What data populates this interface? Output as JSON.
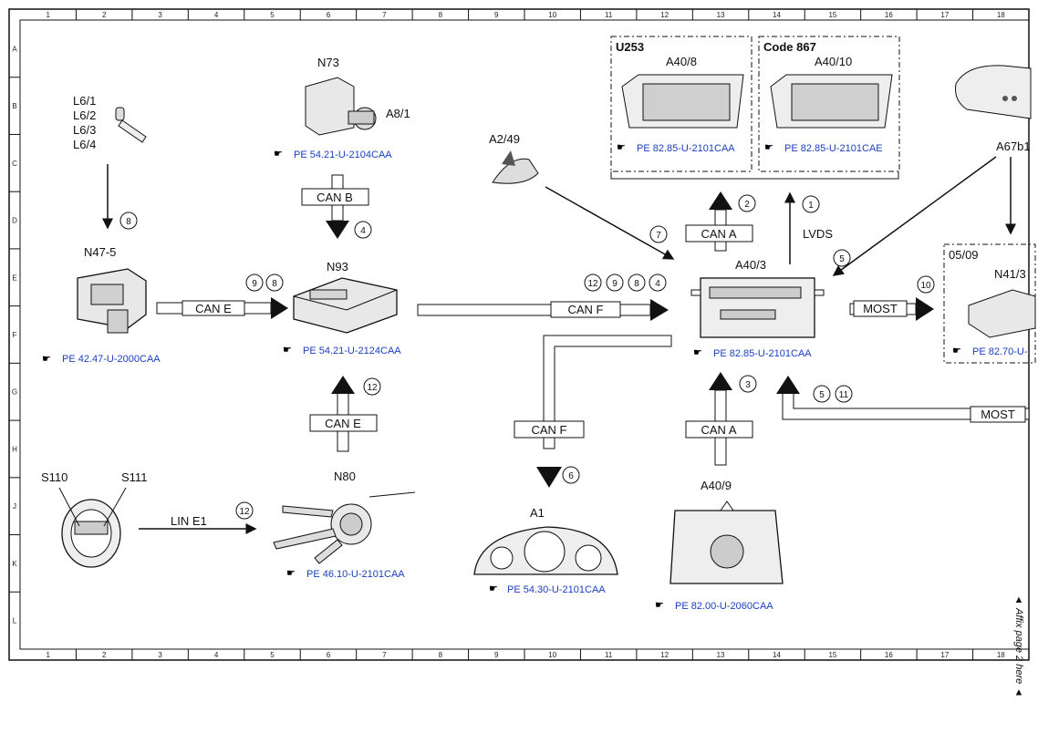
{
  "grid": {
    "columns": [
      "1",
      "2",
      "3",
      "4",
      "5",
      "6",
      "7",
      "8",
      "9",
      "10",
      "11",
      "12",
      "13",
      "14",
      "15",
      "16",
      "17",
      "18"
    ],
    "rows": [
      "A",
      "B",
      "C",
      "D",
      "E",
      "F",
      "G",
      "H",
      "J",
      "K",
      "L"
    ]
  },
  "components": {
    "l6": [
      "L6/1",
      "L6/2",
      "L6/3",
      "L6/4"
    ],
    "n73": "N73",
    "a8_1": "A8/1",
    "n73_ref": "PE 54.21-U-2104CAA",
    "n47": "N47-5",
    "n47_ref": "PE 42.47-U-2000CAA",
    "n93": "N93",
    "n93_ref": "PE 54.21-U-2124CAA",
    "a2_49": "A2/49",
    "u253": "U253",
    "a40_8": "A40/8",
    "a40_8_ref": "PE 82.85-U-2101CAA",
    "code867": "Code 867",
    "a40_10": "A40/10",
    "a40_10_ref": "PE 82.85-U-2101CAE",
    "a67": "A67b1",
    "a40_3": "A40/3",
    "a40_3_ref": "PE 82.85-U-2101CAA",
    "n41": "N41/3",
    "n41_date": "05/09",
    "n41_ref": "PE 82.70-U-",
    "s110": "S110",
    "s111": "S111",
    "n80": "N80",
    "n80_ref": "PE 46.10-U-2101CAA",
    "a1": "A1",
    "a1_ref": "PE 54.30-U-2101CAA",
    "a40_9": "A40/9",
    "a40_9_ref": "PE 82.00-U-2060CAA"
  },
  "buses": {
    "can_b": "CAN B",
    "can_e1": "CAN E",
    "can_e2": "CAN E",
    "can_f1": "CAN F",
    "can_f2": "CAN F",
    "can_a1": "CAN A",
    "can_a2": "CAN A",
    "lvds": "LVDS",
    "most1": "MOST",
    "most2": "MOST",
    "lin": "LIN E1"
  },
  "circles": {
    "c1": "1",
    "c2": "2",
    "c3": "3",
    "c4a": "4",
    "c4b": "4",
    "c5a": "5",
    "c5b": "5",
    "c6": "6",
    "c7": "7",
    "c8a": "8",
    "c8b": "8",
    "c8c": "8",
    "c9a": "9",
    "c9b": "9",
    "c10": "10",
    "c11": "11",
    "c12a": "12",
    "c12b": "12",
    "c12c": "12"
  },
  "side_note": "Affix page 2 here"
}
